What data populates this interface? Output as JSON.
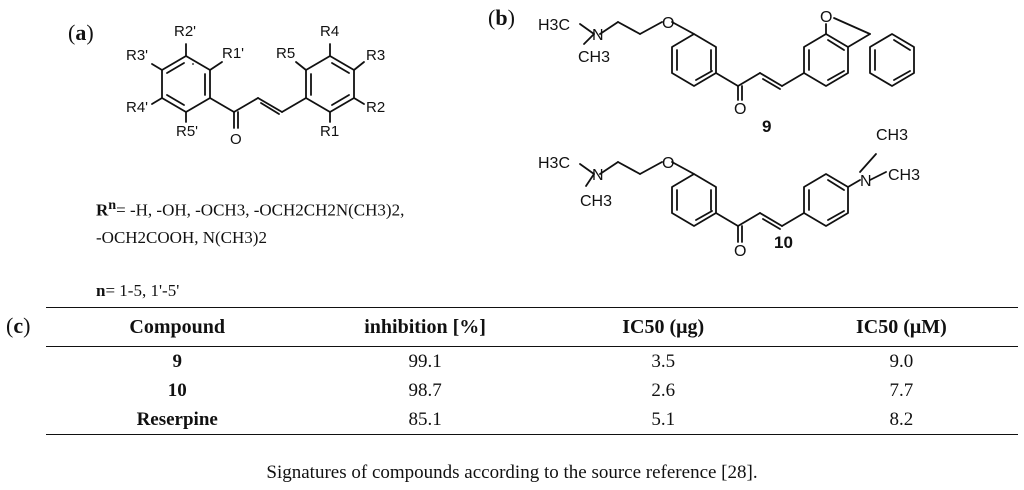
{
  "panels": {
    "a": "a",
    "b": "b",
    "c": "c"
  },
  "structure_a": {
    "substituents": [
      "R2'",
      "R1'",
      "R3'",
      "R4'",
      "R5'",
      "R5",
      "R4",
      "R3",
      "R2",
      "R1"
    ],
    "carbonyl": "O"
  },
  "structure_9": {
    "label": "9",
    "amine_methyls": [
      "H3C",
      "CH3"
    ],
    "amine_n": "N",
    "ether_o": "O",
    "carbonyl": "O",
    "phenoxy_o": "O"
  },
  "structure_10": {
    "label": "10",
    "amine_methyls": [
      "H3C",
      "CH3"
    ],
    "amine_n": "N",
    "ether_o": "O",
    "carbonyl": "O",
    "dimethylamino": {
      "n": "N",
      "methyls": [
        "CH3",
        "CH3"
      ]
    }
  },
  "r_legend": {
    "r_symbol": "R",
    "r_sup": "n",
    "line1": "= -H, -OH,  -OCH3, -OCH2CH2N(CH3)2,",
    "line2": "-OCH2COOH, N(CH3)2",
    "n_symbol": "n",
    "n_values": "= 1-5, 1'-5'"
  },
  "table": {
    "headers": [
      "Compound",
      "inhibition [%]",
      "IC50 (μg)",
      "IC50 (μM)"
    ],
    "rows": [
      {
        "compound": "9",
        "inhibition": "99.1",
        "ic50_ug": "3.5",
        "ic50_um": "9.0"
      },
      {
        "compound": "10",
        "inhibition": "98.7",
        "ic50_ug": "2.6",
        "ic50_um": "7.7"
      },
      {
        "compound": "Reserpine",
        "inhibition": "85.1",
        "ic50_ug": "5.1",
        "ic50_um": "8.2"
      }
    ]
  },
  "caption": "Signatures of compounds according to the source reference [28]."
}
